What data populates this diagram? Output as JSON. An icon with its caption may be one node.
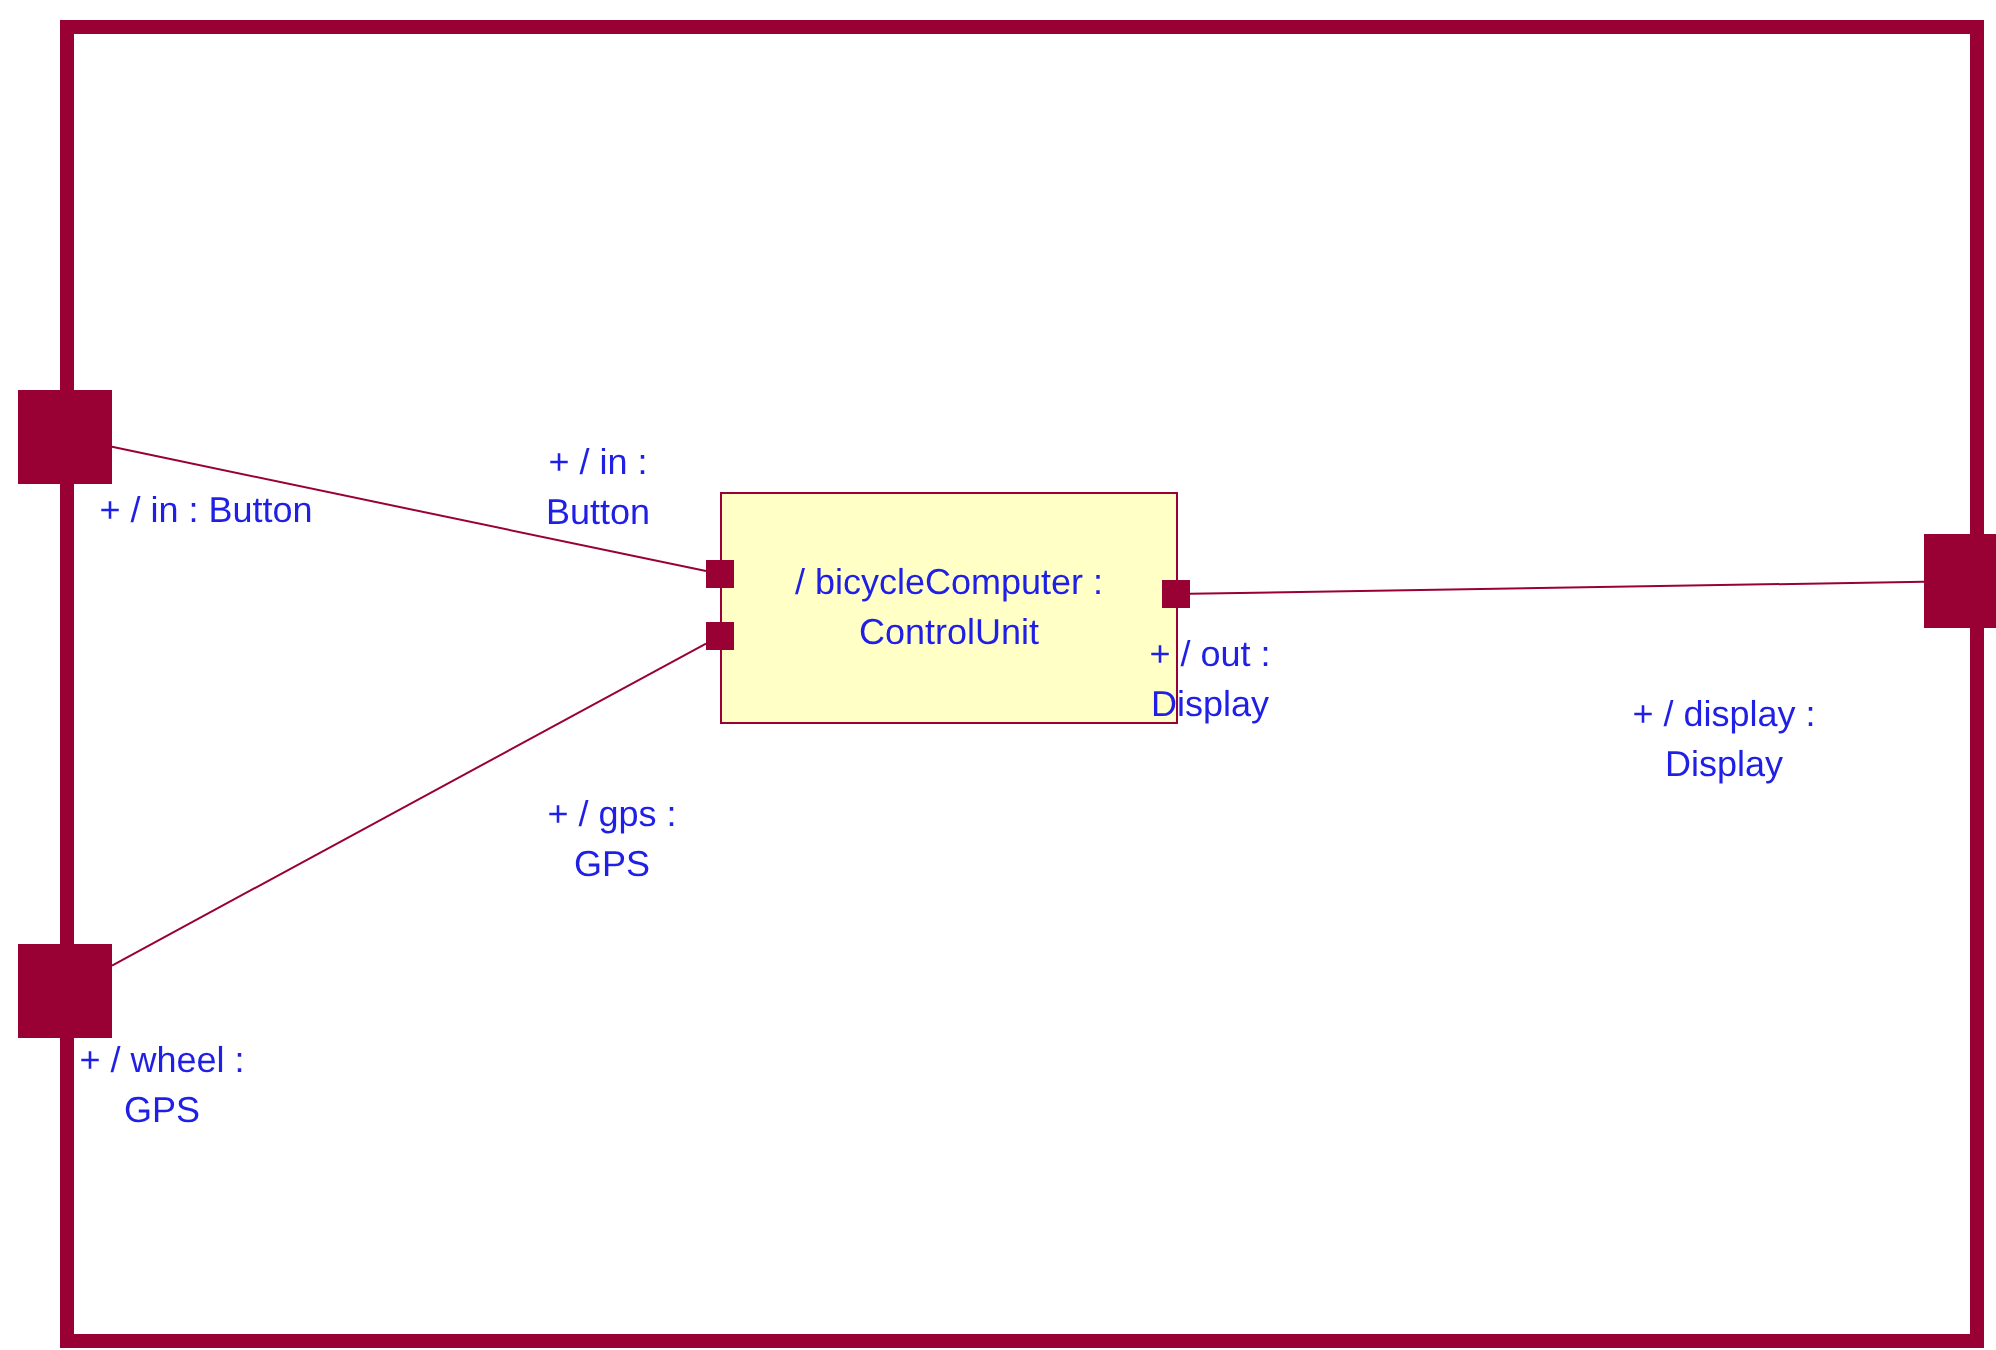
{
  "diagram": {
    "nodes": [
      {
        "text": [],
        "shape": "box"
      },
      {
        "text": [],
        "shape": "box",
        "beside": [
          "+ / in : Button"
        ]
      },
      {
        "text": [],
        "shape": "box",
        "beside": [
          "+ / wheel : GPS"
        ]
      },
      {
        "text": [
          "/ bicycleComputer : ControlUnit"
        ],
        "in": 0
      },
      {
        "text": [],
        "shape": "box",
        "in": 0,
        "beside": [
          "+ / in : Button"
        ]
      },
      {
        "text": [],
        "shape": "box",
        "in": 0
      },
      {
        "text": [],
        "shape": "box",
        "in": 0
      },
      {
        "text": [],
        "shape": "box",
        "beside": [
          "+ / display : Display"
        ]
      }
    ],
    "edges": [
      {
        "from": 1,
        "to": 4,
        "arrow": "none"
      },
      {
        "from": 2,
        "to": 5,
        "arrow": "none"
      },
      {
        "from": 6,
        "to": 7,
        "arrow": "none"
      }
    ],
    "labels": [
      "+ / out : Display",
      "+ / gps : GPS"
    ]
  }
}
